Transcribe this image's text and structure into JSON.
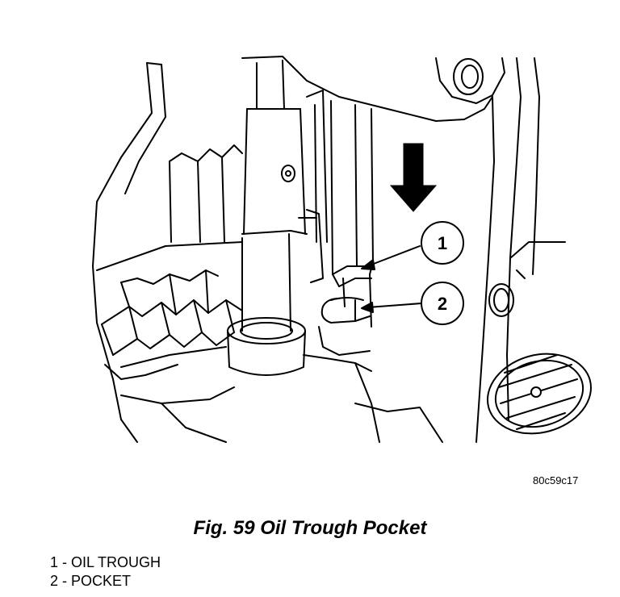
{
  "figure": {
    "code": "80c59c17",
    "caption": "Fig. 59 Oil Trough Pocket",
    "callouts": [
      {
        "number": "1"
      },
      {
        "number": "2"
      }
    ],
    "legend": [
      {
        "number": "1",
        "separator": " - ",
        "label": "OIL TROUGH"
      },
      {
        "number": "2",
        "separator": " - ",
        "label": "POCKET"
      }
    ],
    "colors": {
      "line": "#000000",
      "background": "#ffffff"
    },
    "icons": [
      "down-arrow-icon",
      "leader-arrow-icon"
    ]
  }
}
